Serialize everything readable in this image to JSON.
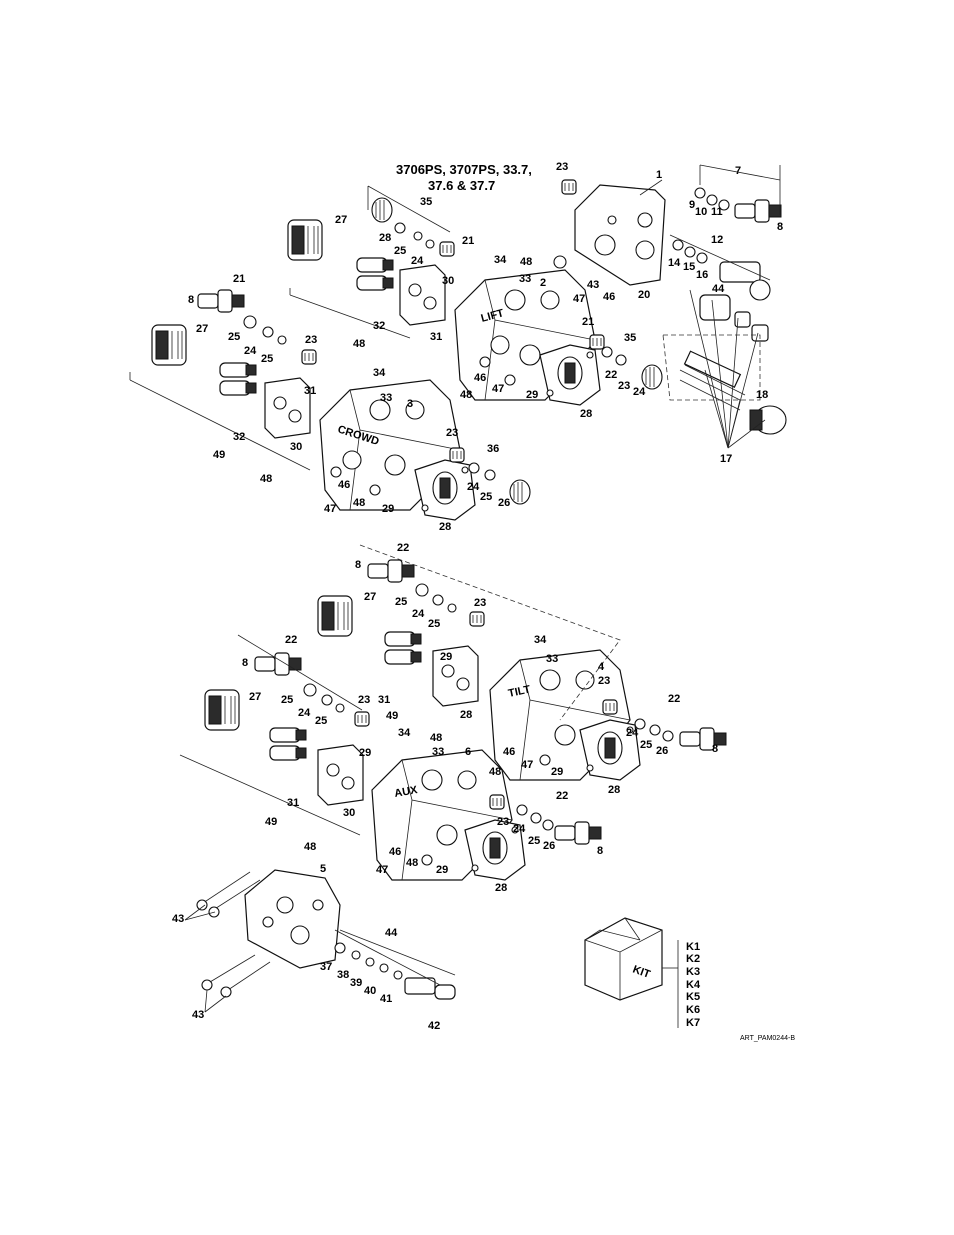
{
  "title_line1": "3706PS, 3707PS, 33.7,",
  "title_line2": "37.6 & 37.7",
  "section_lift": "LIFT",
  "section_crowd": "CROWD",
  "section_tilt": "TILT",
  "section_aux": "AUX",
  "kit_label": "KIT",
  "kit_items": [
    "K1",
    "K2",
    "K3",
    "K4",
    "K5",
    "K6",
    "K7"
  ],
  "art_id": "ART_PAM0244-B",
  "callouts": [
    "1",
    "2",
    "3",
    "4",
    "5",
    "6",
    "7",
    "8",
    "9",
    "10",
    "11",
    "12",
    "14",
    "15",
    "16",
    "17",
    "18",
    "20",
    "21",
    "22",
    "23",
    "24",
    "25",
    "26",
    "27",
    "28",
    "29",
    "30",
    "31",
    "32",
    "33",
    "34",
    "35",
    "36",
    "37",
    "38",
    "39",
    "40",
    "41",
    "42",
    "43",
    "44",
    "46",
    "47",
    "48",
    "49"
  ]
}
